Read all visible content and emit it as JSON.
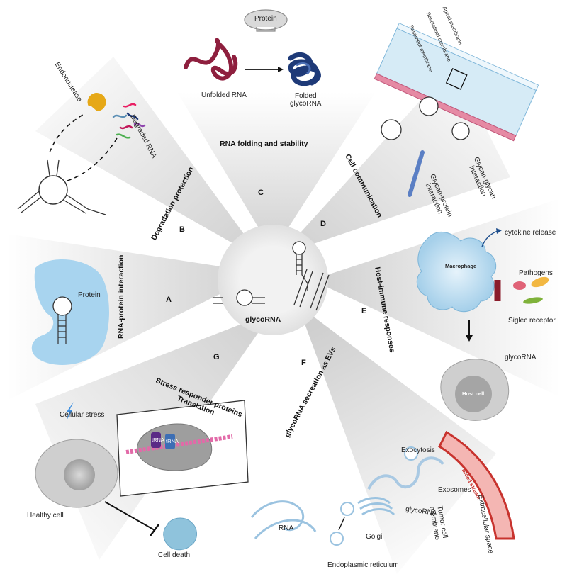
{
  "center": {
    "label": "glycoRNA"
  },
  "panels": {
    "A": {
      "letter": "A",
      "title": "RNA-protein interaction",
      "protein_label": "Protein"
    },
    "B": {
      "letter": "B",
      "title": "Degradation protection",
      "endonuclease_label": "Endonuclease",
      "degraded_label": "Degraded RNA"
    },
    "C": {
      "letter": "C",
      "title": "RNA folding and stability",
      "protein_label": "Protein",
      "unfolded_label": "Unfolded RNA",
      "folded_label": "Folded\nglycoRNA"
    },
    "D": {
      "letter": "D",
      "title": "Cell communication",
      "glycan_protein_label": "Glycan-protein\ninteraction",
      "glycan_glycan_label": "Glycan-glycan\ninteraction",
      "apical_label": "Apical\nmembrane",
      "basolateral_label": "Basolateral\nmembrane",
      "basement_label": "Basement\nmembrane"
    },
    "E": {
      "letter": "E",
      "title": "Host-immune responses",
      "cytokine_label": "cytokine release",
      "macrophage_label": "Macrophage",
      "pathogens_label": "Pathogens",
      "siglec_label": "Siglec receptor",
      "glycorna_label": "glycoRNA",
      "host_cell_label": "Host cell"
    },
    "F": {
      "letter": "F",
      "title": "glycoRNA secreation as EVs",
      "exocytosis_label": "Exocytosis",
      "blood_label": "Blood stream",
      "exosomes_label": "Exosomes",
      "glycorna_label": "glycoRNA",
      "tumor_label": "Tumor cell\nmembrane",
      "extracellular_label": "Extracellular space",
      "golgi_label": "Golgi",
      "er_label": "Endoplasmic reticulum",
      "rna_label": "RNA"
    },
    "G": {
      "letter": "G",
      "title": "Stress responder proteins\nTranslation",
      "stress_label": "Cellular stress",
      "healthy_label": "Healthy cell",
      "death_label": "Cell death",
      "trna1": "tRNA",
      "trna2": "tRNA"
    }
  },
  "colors": {
    "wedge_dark": "#d4d4d4",
    "wedge_light": "#f7f7f7",
    "protein_blue": "#a8d4ef",
    "rna_red": "#8e1f3e",
    "rna_navy": "#1e3a78",
    "nucleus_gray": "#b9b9b9",
    "blood_red": "#c8332e",
    "glycan_blue": "#2f6fbf",
    "glycan_green": "#4caf50",
    "glycan_yellow": "#f2c200",
    "glycan_purple": "#8e44ad",
    "glycan_red": "#d93a3a"
  }
}
